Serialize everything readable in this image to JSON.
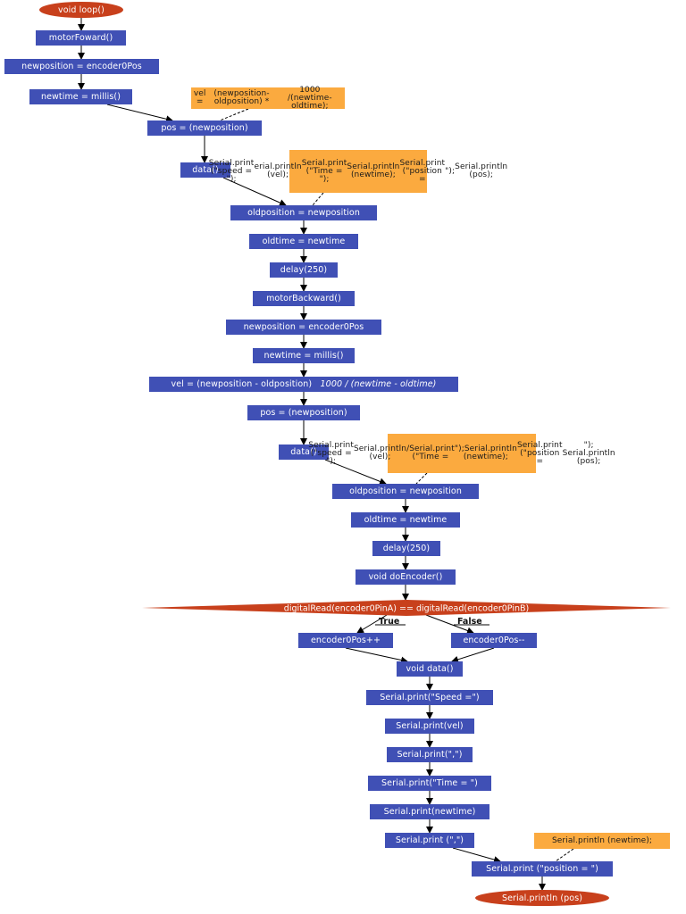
{
  "colors": {
    "process": "#4050b5",
    "terminal": "#c8401c",
    "decision": "#c8401c",
    "note": "#fbaa3f",
    "edge": "#000000"
  },
  "nodes": {
    "start": "void loop()",
    "motor_forward": "motorFoward()",
    "newpos_1": "newposition = encoder0Pos",
    "newtime_1": "newtime = millis()",
    "pos_1": "pos = (newposition)",
    "data_call_1": "data()",
    "oldpos_1": "oldposition = newposition",
    "oldtime_1": "oldtime = newtime",
    "delay_1": "delay(250)",
    "motor_backward": "motorBackward()",
    "newpos_2": "newposition = encoder0Pos",
    "newtime_2": "newtime = millis()",
    "vel_main": "vel = (newposition - oldposition)",
    "vel_rest": "1000 / (newtime - oldtime)",
    "pos_2": "pos = (newposition)",
    "data_call_2": "data()",
    "oldpos_2": "oldposition = newposition",
    "oldtime_2": "oldtime = newtime",
    "delay_2": "delay(250)",
    "do_encoder": "void doEncoder()",
    "decision": "digitalRead(encoder0PinA) == digitalRead(encoder0PinB)",
    "enc_inc": "encoder0Pos++",
    "enc_dec": "encoder0Pos--",
    "void_data": "void data()",
    "print_speed": "Serial.print(\"Speed =\")",
    "print_vel": "Serial.print(vel)",
    "print_comma_1": "Serial.print(\",\")",
    "print_time": "Serial.print(\"Time = \")",
    "print_newtime": "Serial.print(newtime)",
    "print_comma_2": "Serial.print (\",\")",
    "print_position": "Serial.print (\"position = \")",
    "end": "Serial.println (pos)"
  },
  "notes": {
    "note_1": [
      "vel =",
      "(newposition-oldposition) *",
      "1000 /(newtime-oldtime);"
    ],
    "note_2": [
      "Serial.print (\"speed = \");",
      "erial.println (vel);",
      "Serial.print (\"Time = \");",
      "Serial.println (newtime);",
      "Serial.print (\"position =",
      "\");",
      "Serial.println (pos);"
    ],
    "note_3": [
      "Serial.print (\"speed = \");",
      "Serial.println (vel);",
      "/Serial.print (\"Time =",
      "\");Serial.println (newtime);",
      "Serial.print (\"position =",
      "\"); Serial.println (pos);"
    ],
    "note_4": [
      "Serial.println (newtime);"
    ]
  },
  "edge_labels": {
    "true": "True",
    "false": "False"
  }
}
